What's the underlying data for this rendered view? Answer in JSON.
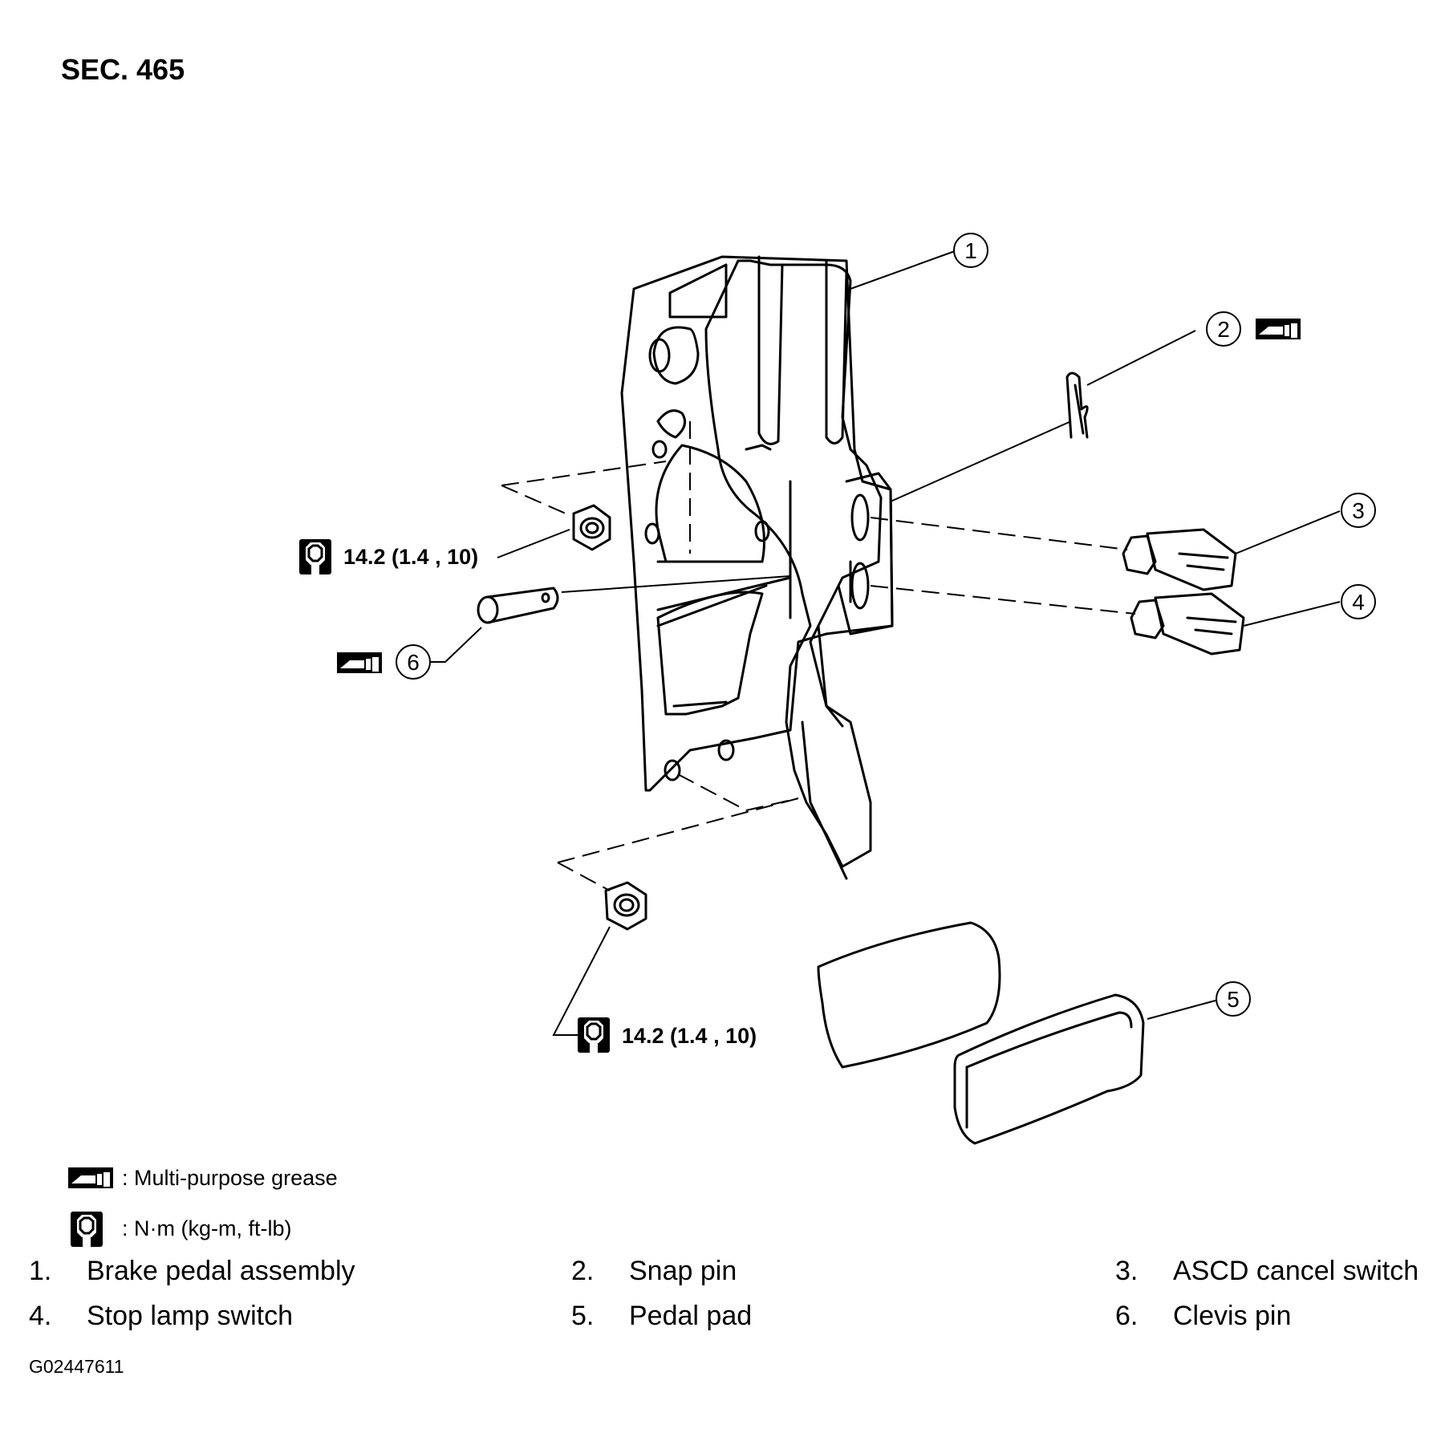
{
  "section": "SEC. 465",
  "torque_specs": [
    {
      "value": "14.2 (1.4 , 10)"
    },
    {
      "value": "14.2 (1.4 , 10)"
    }
  ],
  "callouts": [
    "1",
    "2",
    "3",
    "4",
    "5",
    "6"
  ],
  "legend": {
    "grease": ": Multi-purpose grease",
    "torque": ": N·m (kg-m, ft-lb)"
  },
  "parts": [
    {
      "num": "1.",
      "name": "Brake pedal assembly"
    },
    {
      "num": "2.",
      "name": "Snap pin"
    },
    {
      "num": "3.",
      "name": "ASCD cancel switch"
    },
    {
      "num": "4.",
      "name": "Stop lamp switch"
    },
    {
      "num": "5.",
      "name": "Pedal pad"
    },
    {
      "num": "6.",
      "name": "Clevis pin"
    }
  ],
  "figure_id": "G02447611",
  "icons": {
    "grease": "grease-gun-icon",
    "torque": "torque-wrench-icon"
  }
}
